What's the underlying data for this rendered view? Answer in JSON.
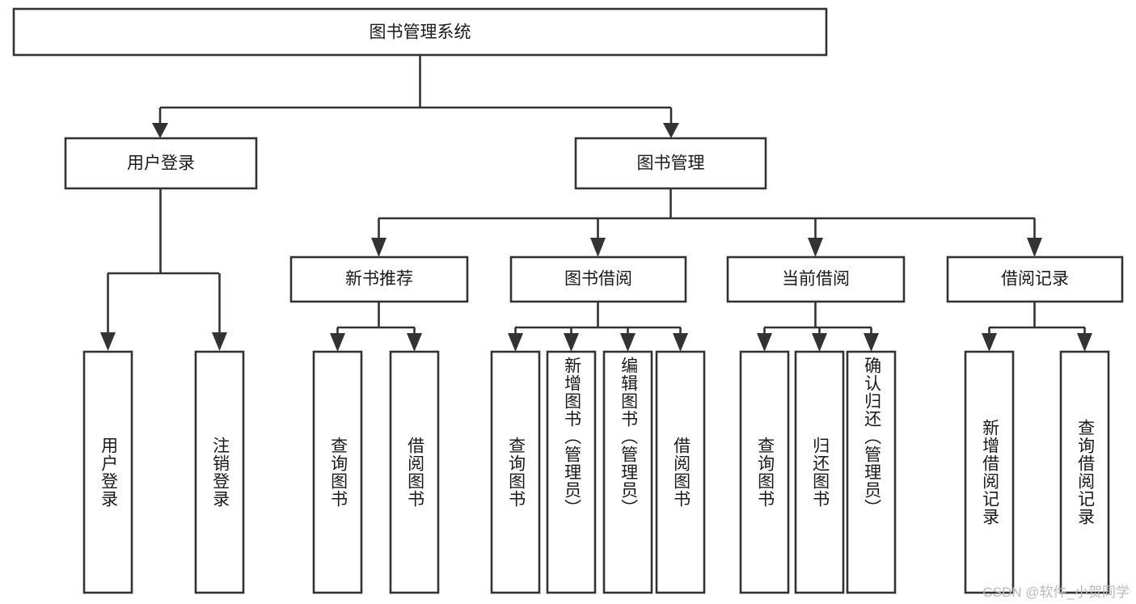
{
  "diagram": {
    "type": "hierarchy-tree",
    "title": "图书管理系统",
    "orientation": "top-down",
    "colors": {
      "box_stroke": "#333333",
      "box_fill": "#ffffff",
      "text": "#1a1a1a",
      "watermark": "#b9b9b9",
      "background": "#ffffff"
    },
    "root": {
      "label": "图书管理系统",
      "children": [
        {
          "label": "用户登录",
          "children": [
            {
              "label": "用户登录"
            },
            {
              "label": "注销登录"
            }
          ]
        },
        {
          "label": "图书管理",
          "children": [
            {
              "label": "新书推荐",
              "children": [
                {
                  "label": "查询图书"
                },
                {
                  "label": "借阅图书"
                }
              ]
            },
            {
              "label": "图书借阅",
              "children": [
                {
                  "label": "查询图书"
                },
                {
                  "label": "新增图书（管理员）"
                },
                {
                  "label": "编辑图书（管理员）"
                },
                {
                  "label": "借阅图书"
                }
              ]
            },
            {
              "label": "当前借阅",
              "children": [
                {
                  "label": "查询图书"
                },
                {
                  "label": "归还图书"
                },
                {
                  "label": "确认归还（管理员）"
                }
              ]
            },
            {
              "label": "借阅记录",
              "children": [
                {
                  "label": "新增借阅记录"
                },
                {
                  "label": "查询借阅记录"
                }
              ]
            }
          ]
        }
      ]
    }
  },
  "watermark": {
    "text": "CSDN @软件_小贺同学"
  }
}
